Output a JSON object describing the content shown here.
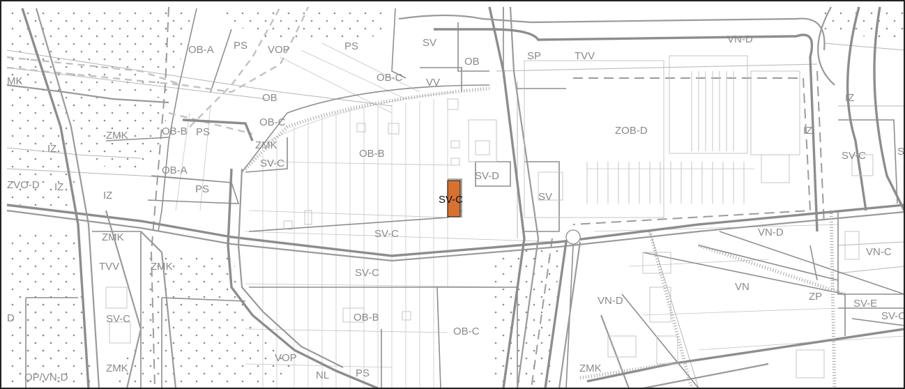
{
  "map": {
    "highlight": {
      "label": "SV-C",
      "color": "#d9712f"
    },
    "zones": [
      {
        "id": "zmk-topleft",
        "label": "MK"
      },
      {
        "id": "ob-a-1",
        "label": "OB-A"
      },
      {
        "id": "ps-1",
        "label": "PS"
      },
      {
        "id": "vop-1",
        "label": "VOP"
      },
      {
        "id": "ps-2",
        "label": "PS"
      },
      {
        "id": "sv-top",
        "label": "SV"
      },
      {
        "id": "ob-top",
        "label": "OB"
      },
      {
        "id": "ob-c-1",
        "label": "OB-C"
      },
      {
        "id": "vv-1",
        "label": "VV"
      },
      {
        "id": "ob-2",
        "label": "OB"
      },
      {
        "id": "ob-c-2",
        "label": "OB-C"
      },
      {
        "id": "zmk-1",
        "label": "ZMK"
      },
      {
        "id": "ob-b-1",
        "label": "OB-B"
      },
      {
        "id": "ps-3",
        "label": "PS"
      },
      {
        "id": "zmk-2",
        "label": "ZMK"
      },
      {
        "id": "sv-c-1",
        "label": "SV-C"
      },
      {
        "id": "ob-b-2",
        "label": "OB-B"
      },
      {
        "id": "iz-1",
        "label": "IZ"
      },
      {
        "id": "ob-a-2",
        "label": "OB-A"
      },
      {
        "id": "zvo-d",
        "label": "ZVO-D"
      },
      {
        "id": "iz-2",
        "label": "IZ"
      },
      {
        "id": "ps-4",
        "label": "PS"
      },
      {
        "id": "iz-3",
        "label": "IZ"
      },
      {
        "id": "sv-d-1",
        "label": "SV-D"
      },
      {
        "id": "sv-mid",
        "label": "SV"
      },
      {
        "id": "sv-c-2",
        "label": "SV-C"
      },
      {
        "id": "sp-1",
        "label": "SP"
      },
      {
        "id": "tvv-1",
        "label": "TVV"
      },
      {
        "id": "vn-d-1",
        "label": "VN-D"
      },
      {
        "id": "zob-d",
        "label": "ZOB-D"
      },
      {
        "id": "iz-4",
        "label": "IZ"
      },
      {
        "id": "iz-5",
        "label": "IZ"
      },
      {
        "id": "sv-c-3",
        "label": "SV-C"
      },
      {
        "id": "zmk-3",
        "label": "ZMK"
      },
      {
        "id": "tvv-2",
        "label": "TVV"
      },
      {
        "id": "zmk-4",
        "label": "ZMK"
      },
      {
        "id": "sv-c-4",
        "label": "SV-C"
      },
      {
        "id": "vn-d-2",
        "label": "VN-D"
      },
      {
        "id": "vn-c-1",
        "label": "VN-C"
      },
      {
        "id": "sv-c-5",
        "label": "SV-C"
      },
      {
        "id": "d-left",
        "label": "D"
      },
      {
        "id": "ob-b-3",
        "label": "OB-B"
      },
      {
        "id": "ob-c-3",
        "label": "OB-C"
      },
      {
        "id": "vn-d-3",
        "label": "VN-D"
      },
      {
        "id": "vn-1",
        "label": "VN"
      },
      {
        "id": "zp-1",
        "label": "ZP"
      },
      {
        "id": "sv-e-1",
        "label": "SV-E"
      },
      {
        "id": "sv-c-6",
        "label": "SV-C"
      },
      {
        "id": "zmk-5",
        "label": "ZMK"
      },
      {
        "id": "vop-2",
        "label": "VOP"
      },
      {
        "id": "nl-1",
        "label": "NL"
      },
      {
        "id": "ps-5",
        "label": "PS"
      },
      {
        "id": "zmk-6",
        "label": "ZMK"
      },
      {
        "id": "op-vn-d",
        "label": "OP/VN-D"
      },
      {
        "id": "s-right",
        "label": "S"
      }
    ]
  }
}
